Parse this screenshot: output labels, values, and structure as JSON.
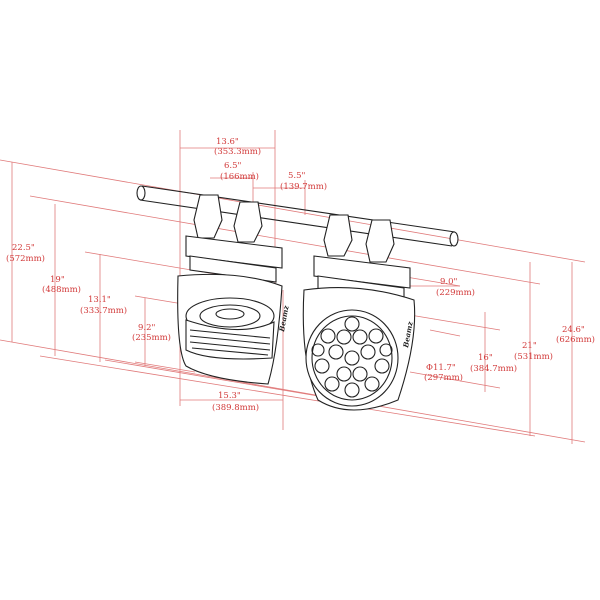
{
  "brand": "Beamz",
  "dimensions": {
    "bar_width_in": "13.6\"",
    "bar_width_mm": "(353.3mm)",
    "clamp_spacing_in": "6.5\"",
    "clamp_spacing_mm": "(166mm)",
    "offset_in": "5.5\"",
    "offset_mm": "(139.7mm)",
    "total_height_left_in": "22.5\"",
    "total_height_left_mm": "(572mm)",
    "height_in": "19\"",
    "height_mm": "(488mm)",
    "yoke_height_in": "13.1\"",
    "yoke_height_mm": "(333.7mm)",
    "head_dia_in": "9.2\"",
    "head_dia_mm": "(235mm)",
    "base_width_in": "15.3\"",
    "base_width_mm": "(389.8mm)",
    "depth_in": "9.0\"",
    "depth_mm": "(229mm)",
    "lens_dia_in": "Φ11.7\"",
    "lens_dia_mm": "(297mm)",
    "head_height_in": "16\"",
    "head_height_mm": "(384.7mm)",
    "height_right1_in": "21\"",
    "height_right1_mm": "(531mm)",
    "height_right2_in": "24.6\"",
    "height_right2_mm": "(626mm)"
  }
}
